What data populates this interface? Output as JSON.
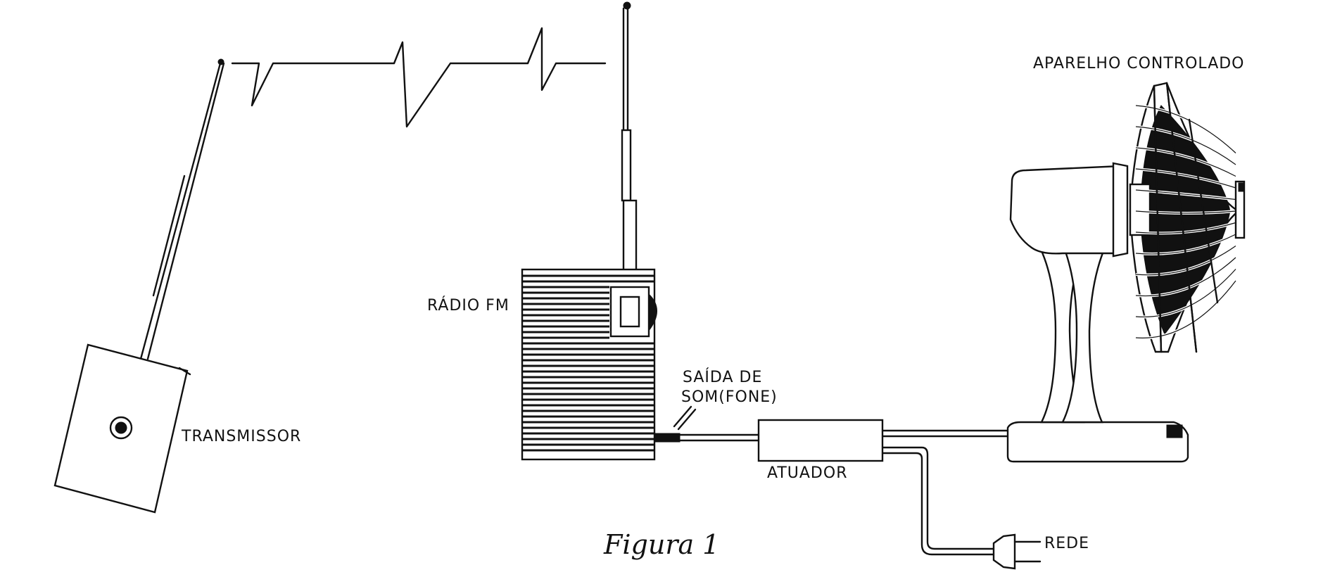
{
  "figure": {
    "caption": "Figura 1",
    "labels": {
      "transmitter": "TRANSMISSOR",
      "fm_radio": "RÁDIO FM",
      "sound_output_line1": "SAÍDA DE",
      "sound_output_line2": "SOM(FONE)",
      "actuator": "ATUADOR",
      "controlled_device": "APARELHO CONTROLADO",
      "mains": "REDE"
    }
  },
  "colors": {
    "ink": "#111111",
    "paper": "#ffffff"
  },
  "icons": {
    "transmitter": "transmitter-box-icon",
    "radio": "fm-radio-icon",
    "fan": "electric-fan-icon",
    "plug": "power-plug-icon",
    "signal": "radio-wave-icon"
  }
}
